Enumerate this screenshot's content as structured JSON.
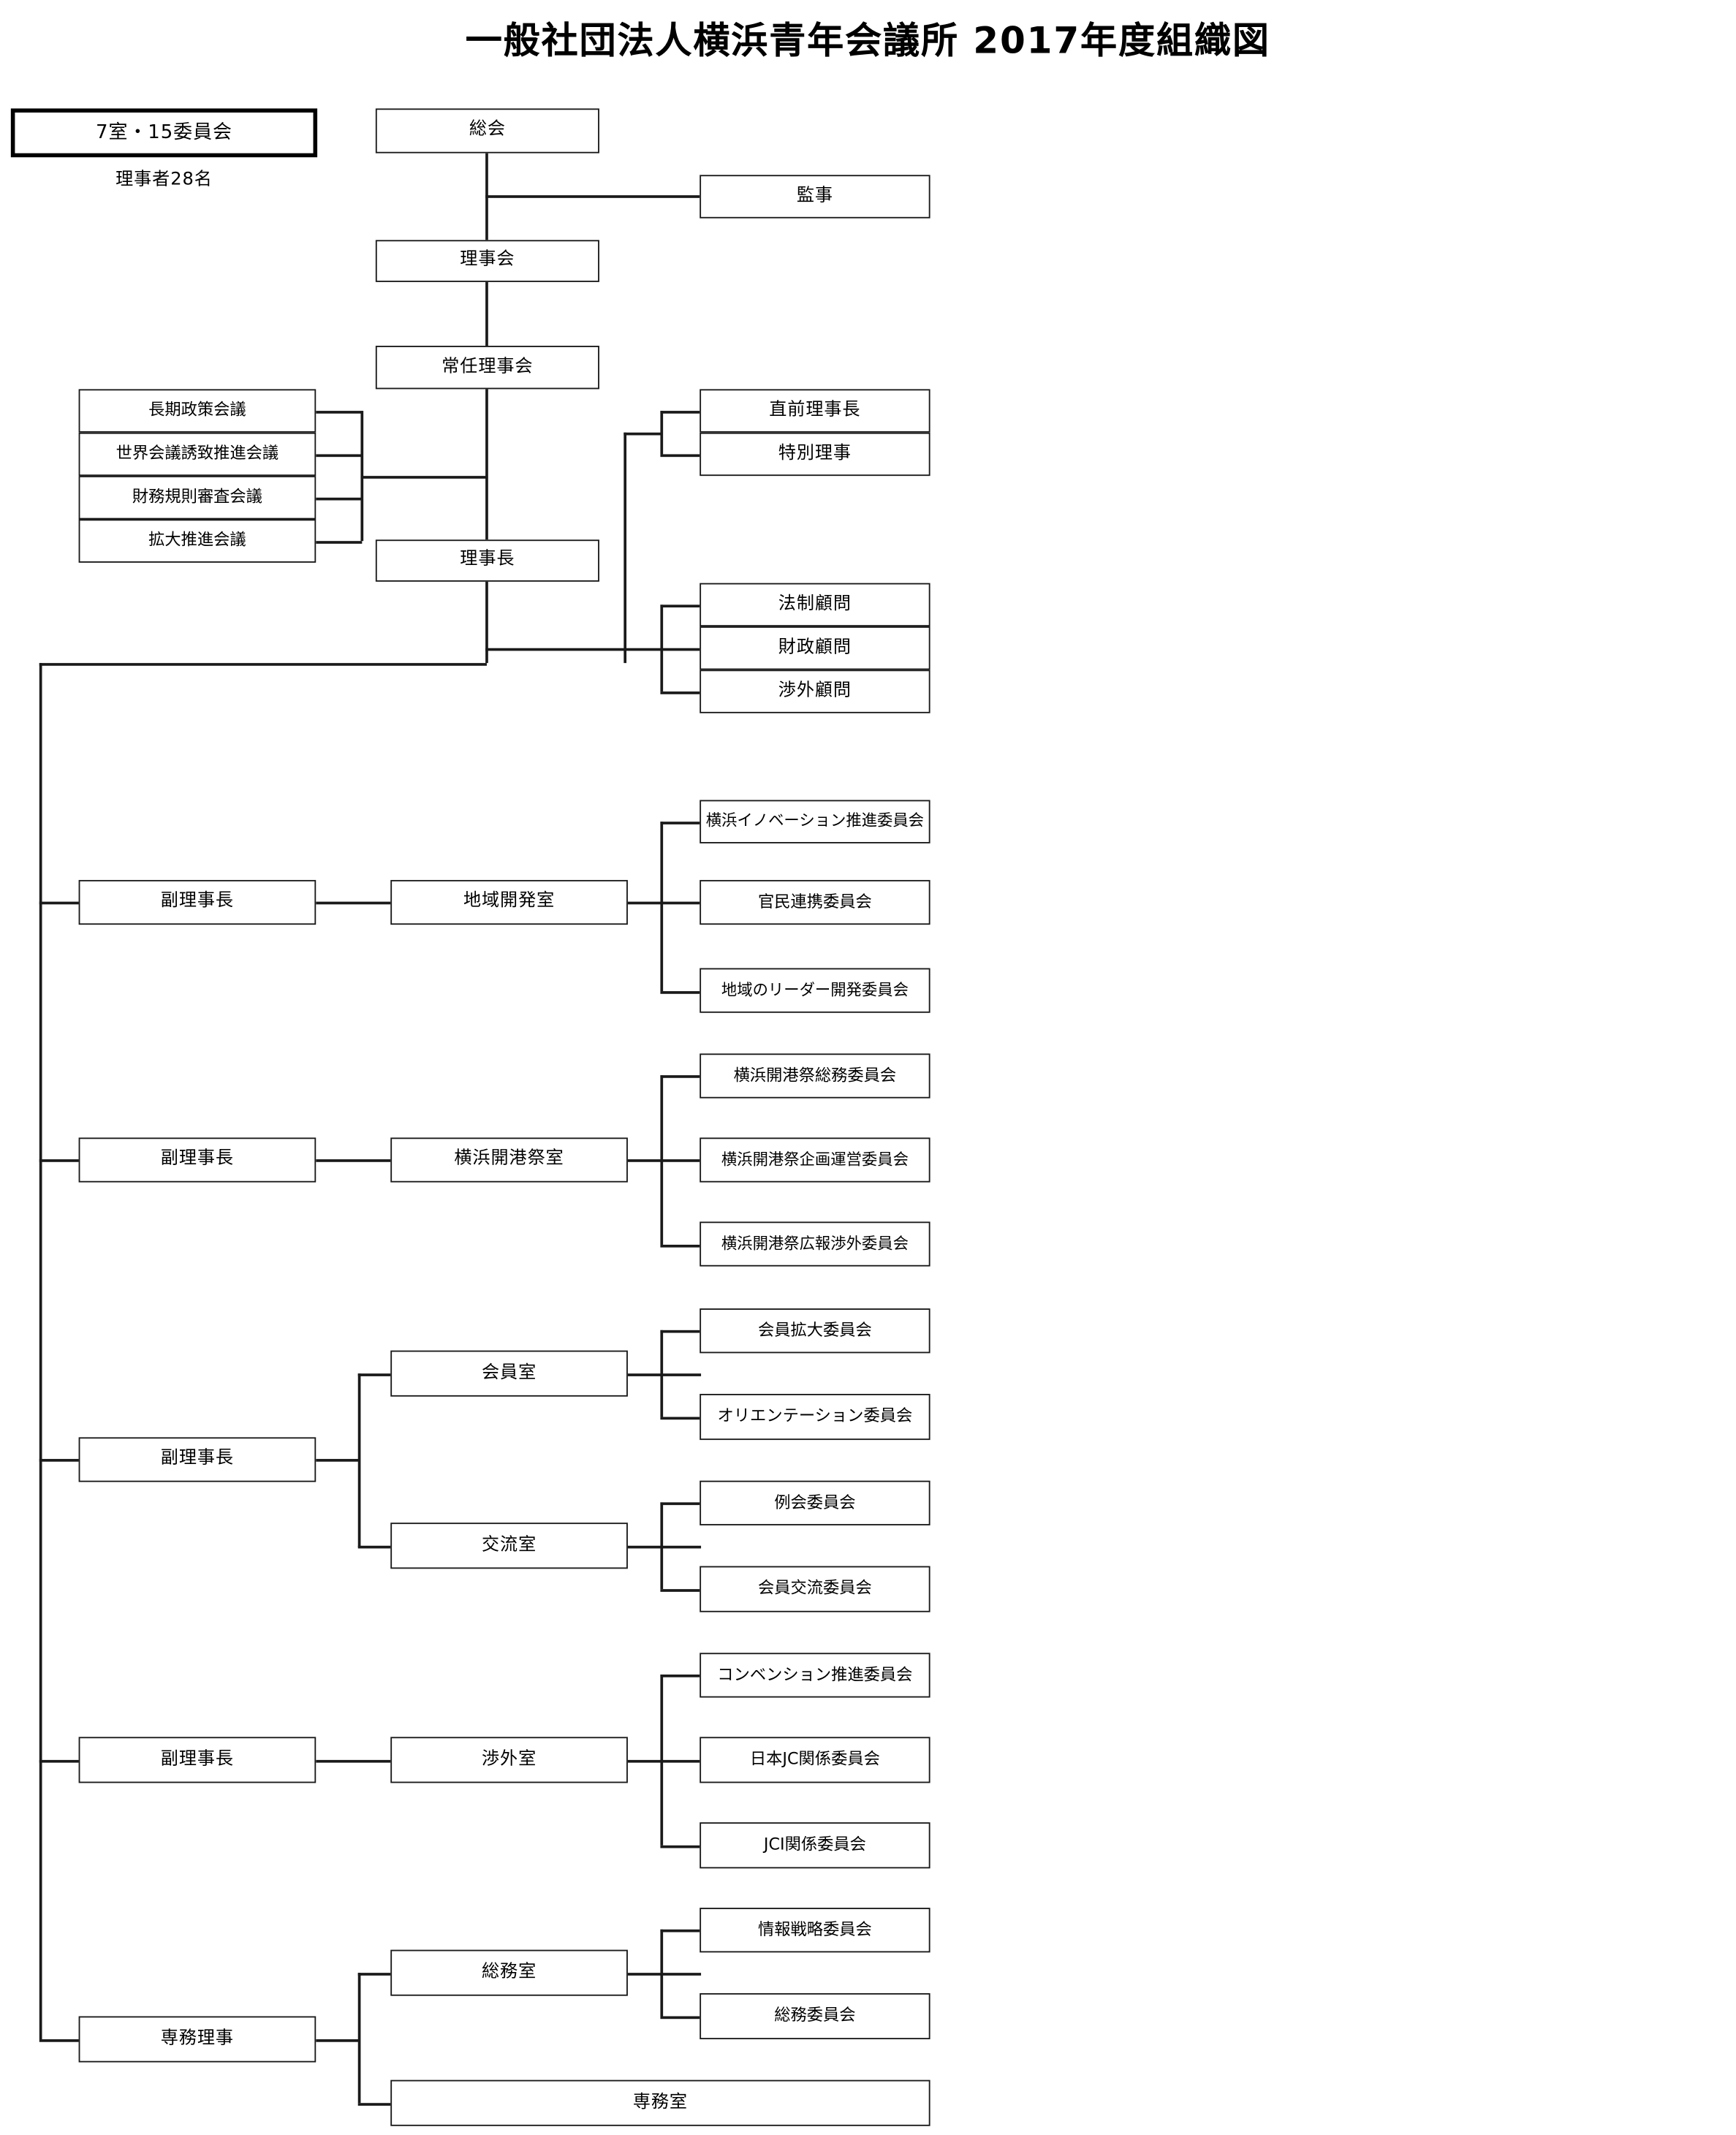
{
  "title": "一般社団法人横浜青年会議所  2017年度組織図",
  "summary": {
    "rooms_committees": "7室・15委員会",
    "directors_note": "理事者28名"
  },
  "governance": {
    "general_meeting": "総会",
    "auditor": "監事",
    "board_of_directors": "理事会",
    "standing_board": "常任理事会",
    "president": "理事長"
  },
  "councils": [
    "長期政策会議",
    "世界会議誘致推進会議",
    "財務規則審査会議",
    "拡大推進会議"
  ],
  "special_directors": [
    "直前理事長",
    "特別理事"
  ],
  "advisors": [
    "法制顧問",
    "財政顧問",
    "渉外顧問"
  ],
  "branches": [
    {
      "officer": "副理事長",
      "rooms": [
        {
          "room": "地域開発室",
          "committees": [
            "横浜イノベーション推進委員会",
            "官民連携委員会",
            "地域のリーダー開発委員会"
          ]
        }
      ]
    },
    {
      "officer": "副理事長",
      "rooms": [
        {
          "room": "横浜開港祭室",
          "committees": [
            "横浜開港祭総務委員会",
            "横浜開港祭企画運営委員会",
            "横浜開港祭広報渉外委員会"
          ]
        }
      ]
    },
    {
      "officer": "副理事長",
      "rooms": [
        {
          "room": "会員室",
          "committees": [
            "会員拡大委員会",
            "オリエンテーション委員会"
          ]
        },
        {
          "room": "交流室",
          "committees": [
            "例会委員会",
            "会員交流委員会"
          ]
        }
      ]
    },
    {
      "officer": "副理事長",
      "rooms": [
        {
          "room": "渉外室",
          "committees": [
            "コンベンション推進委員会",
            "日本JC関係委員会",
            "JCI関係委員会"
          ]
        }
      ]
    },
    {
      "officer": "専務理事",
      "rooms": [
        {
          "room": "総務室",
          "committees": [
            "情報戦略委員会",
            "総務委員会"
          ]
        },
        {
          "room": "専務室",
          "committees": []
        }
      ]
    }
  ],
  "colors": {
    "line": "#1a1a1a",
    "background": "#ffffff",
    "text": "#000000"
  }
}
